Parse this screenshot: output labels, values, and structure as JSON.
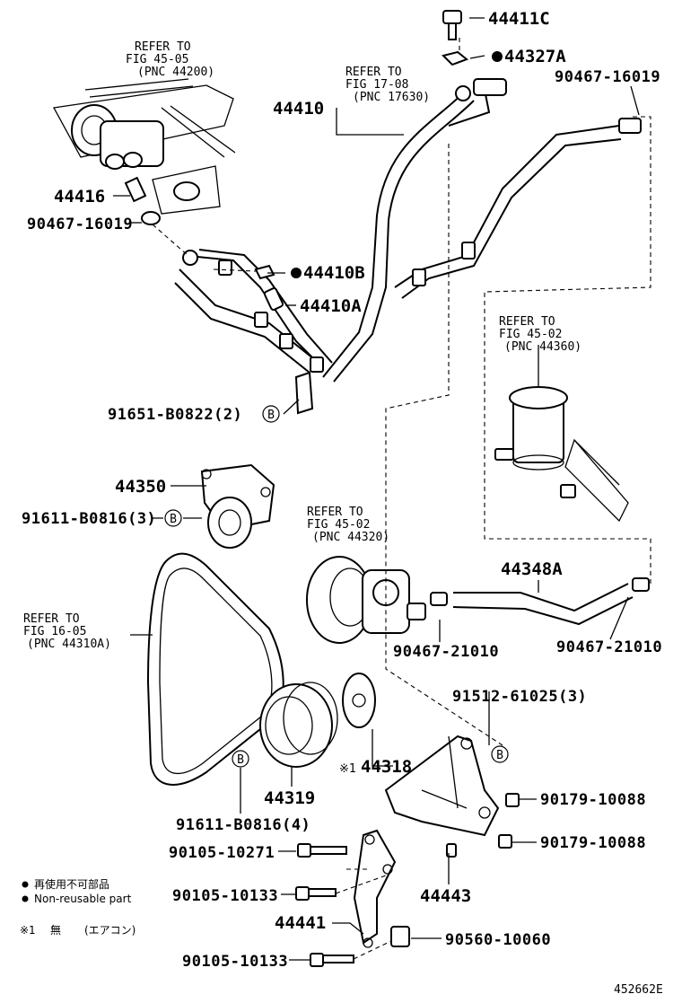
{
  "diagram_id": "452662E",
  "refs": {
    "ref1": {
      "l1": "REFER TO",
      "l2": "FIG 45-05",
      "l3": "(PNC 44200)"
    },
    "ref2": {
      "l1": "REFER TO",
      "l2": "FIG 17-08",
      "l3": "(PNC 17630)"
    },
    "ref3": {
      "l1": "REFER TO",
      "l2": "FIG 45-02",
      "l3": "(PNC 44360)"
    },
    "ref4": {
      "l1": "REFER TO",
      "l2": "FIG 45-02",
      "l3": "(PNC 44320)"
    },
    "ref5": {
      "l1": "REFER TO",
      "l2": "FIG 16-05",
      "l3": "(PNC 44310A)"
    }
  },
  "parts": {
    "p44411C": "44411C",
    "p44327A": "44327A",
    "p90467_16019_top": "90467-16019",
    "p44410": "44410",
    "p44416": "44416",
    "p90467_16019_left": "90467-16019",
    "p44410B": "44410B",
    "p44410A": "44410A",
    "p91651": "91651-B0822(2)",
    "p44350": "44350",
    "p91611_3": "91611-B0816(3)",
    "p44348A": "44348A",
    "p90467_21010_a": "90467-21010",
    "p90467_21010_b": "90467-21010",
    "p91512": "91512-61025(3)",
    "p44318": "44318",
    "p44319": "44319",
    "p91611_4": "91611-B0816(4)",
    "p90179_a": "90179-10088",
    "p90179_b": "90179-10088",
    "p90105_10271": "90105-10271",
    "p90105_10133_a": "90105-10133",
    "p90105_10133_b": "90105-10133",
    "p44443": "44443",
    "p44441": "44441",
    "p90560": "90560-10060"
  },
  "markers": {
    "b": "B",
    "note_mark": "※1"
  },
  "legend": {
    "jp": "再使用不可部品",
    "en": "Non-reusable part",
    "note_mark": "※1",
    "note_jp1": "無",
    "note_jp2": "(エアコン)"
  }
}
